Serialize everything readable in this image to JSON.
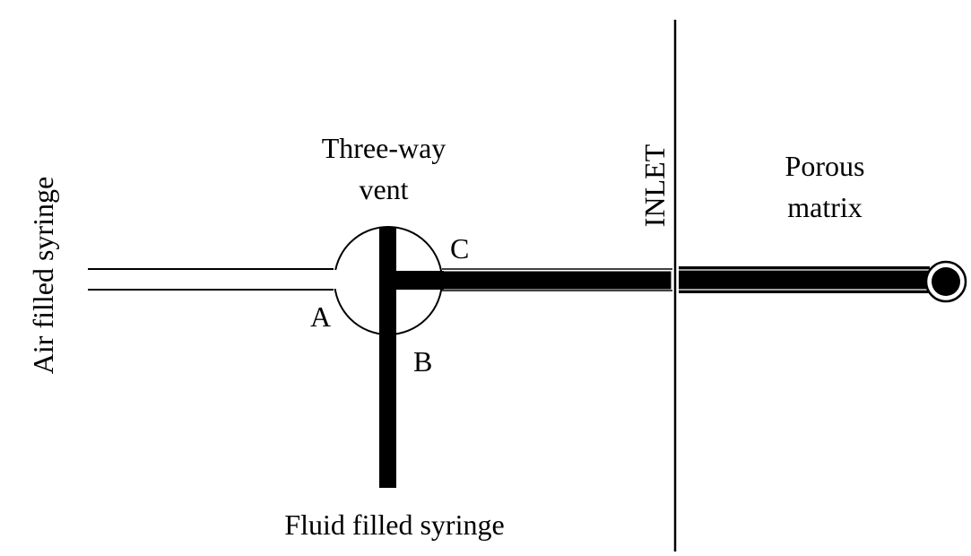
{
  "labels": {
    "air_syringe": "Air filled syringe",
    "three_way_vent_line1": "Three-way",
    "three_way_vent_line2": "vent",
    "inlet": "INLET",
    "porous_matrix_line1": "Porous",
    "porous_matrix_line2": "matrix",
    "port_a": "A",
    "port_b": "B",
    "port_c": "C",
    "fluid_syringe": "Fluid filled syringe"
  },
  "colors": {
    "stroke": "#000000",
    "background": "#ffffff"
  }
}
